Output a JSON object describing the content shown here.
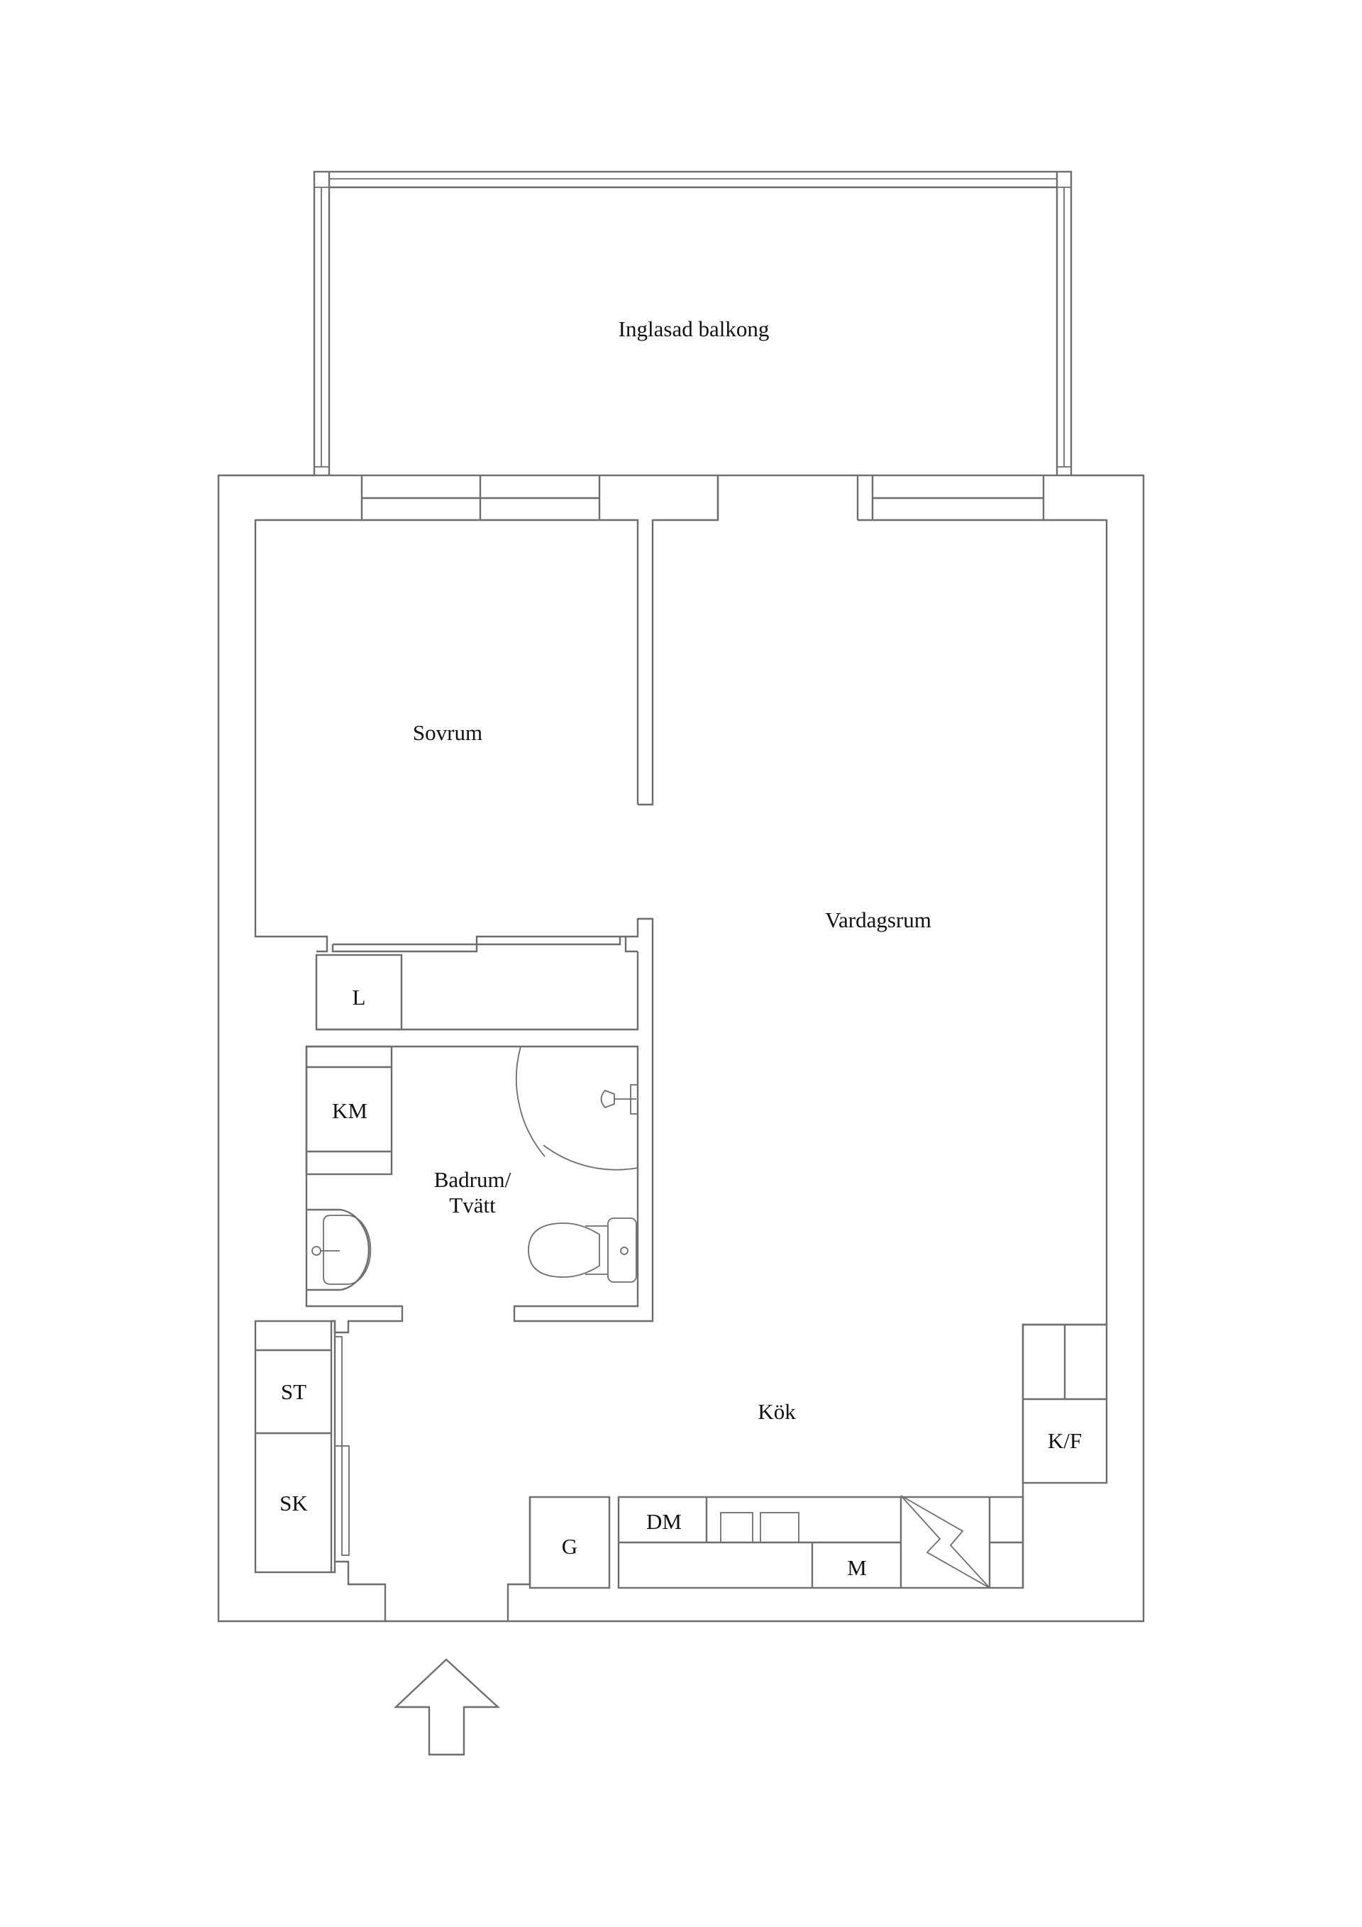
{
  "plan": {
    "colors": {
      "line": "#6e6e6e",
      "text": "#111111",
      "background": "#ffffff"
    },
    "rooms": {
      "balcony": "Inglasad balkong",
      "bedroom": "Sovrum",
      "living": "Vardagsrum",
      "bathroom_line1": "Badrum/",
      "bathroom_line2": "Tvätt",
      "kitchen": "Kök"
    },
    "fixtures": {
      "wardrobe": "L",
      "washing_machine": "KM",
      "cabinet_st": "ST",
      "cabinet_sk": "SK",
      "g": "G",
      "dishwasher": "DM",
      "microwave": "M",
      "fridge_freezer": "K/F"
    },
    "entrance_icon": "arrow-up-icon",
    "stove_icon": "lightning-icon"
  }
}
